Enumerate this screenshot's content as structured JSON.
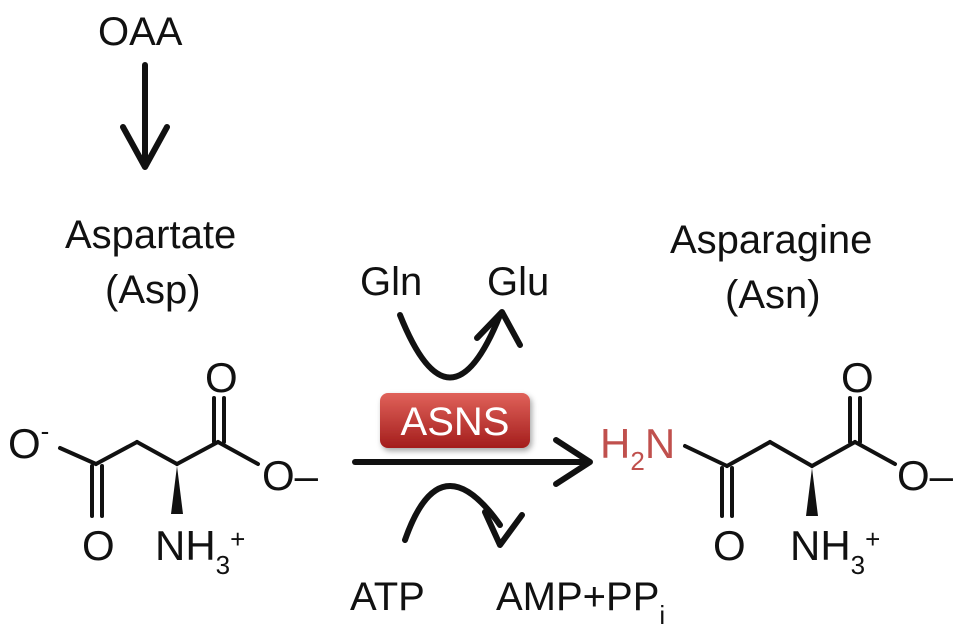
{
  "precursor": "OAA",
  "substrate": {
    "name": "Aspartate",
    "abbr": "(Asp)"
  },
  "product": {
    "name": "Asparagine",
    "abbr": "(Asn)"
  },
  "enzyme": "ASNS",
  "cosubstrates": {
    "top_in": "Gln",
    "top_out": "Glu",
    "bottom_in": "ATP",
    "bottom_out_main": "AMP+PP",
    "bottom_out_sub": "i"
  },
  "asp_structure": {
    "o_minus_left": "O",
    "o_minus_left_charge": "-",
    "o_double_left": "O",
    "o_double_right": "O",
    "o_minus_right": "O–",
    "amine_main": "NH",
    "amine_sub": "3",
    "amine_charge": "+"
  },
  "asn_structure": {
    "amide_h": "H",
    "amide_sub": "2",
    "amide_n": "N",
    "o_double_left": "O",
    "o_double_right": "O",
    "o_minus_right": "O–",
    "amine_main": "NH",
    "amine_sub": "3",
    "amine_charge": "+"
  },
  "colors": {
    "ink": "#111111",
    "amide_group": "#c0504d",
    "enzyme_box_top": "#e0625a",
    "enzyme_box_bottom": "#a31d1c"
  }
}
